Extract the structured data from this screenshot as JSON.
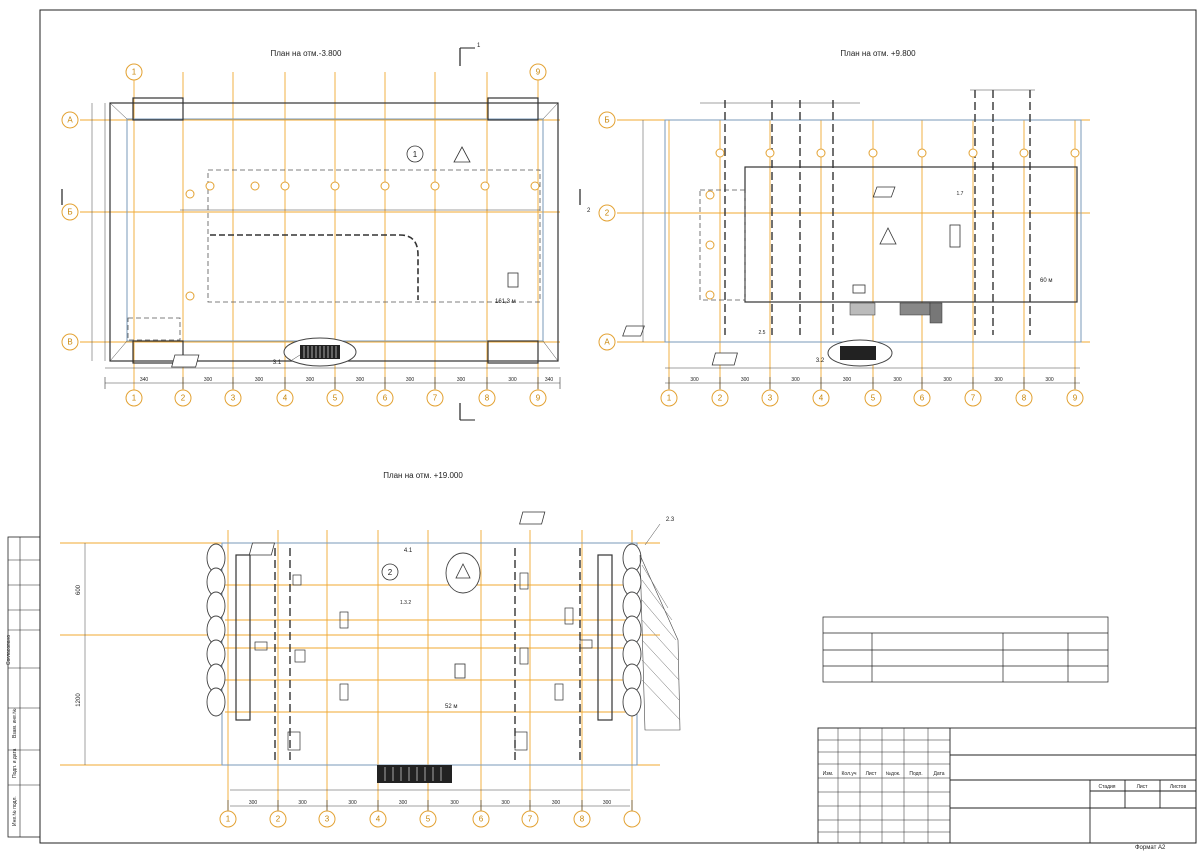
{
  "plans": [
    {
      "title": "План на отм.-3.800",
      "dims": [
        "340",
        "300",
        "300",
        "300",
        "300",
        "300",
        "300",
        "300",
        "340"
      ],
      "axes_bottom": [
        "1",
        "2",
        "3",
        "4",
        "5",
        "6",
        "7",
        "8",
        "9"
      ],
      "axes_left": [
        "А",
        "Б",
        "В"
      ],
      "callout": "3.1",
      "room_number": "1",
      "area": "161,3 м",
      "section": "1",
      "section2": "2"
    },
    {
      "title": "План на отм. +9.800",
      "dims": [
        "300",
        "300",
        "300",
        "300",
        "300",
        "300",
        "300",
        "300"
      ],
      "axes_bottom": [
        "1",
        "2",
        "3",
        "4",
        "5",
        "6",
        "7",
        "8",
        "9"
      ],
      "axes_left": [
        "Б",
        "2",
        "А"
      ],
      "callout": "3.2",
      "area": "60 м",
      "tag": "1.7",
      "tag2": "2.5"
    },
    {
      "title": "План на отм. +19.000",
      "dims": [
        "300",
        "300",
        "300",
        "300",
        "300",
        "300",
        "300",
        "300"
      ],
      "axes_bottom": [
        "1",
        "2",
        "3",
        "4",
        "5",
        "6",
        "7",
        "8"
      ],
      "callout": "2.3",
      "callout2": "4.1",
      "room_number": "2",
      "area": "52 м",
      "tag": "1.3.2",
      "left_dims": [
        "600",
        "1200"
      ]
    }
  ],
  "title_block": {
    "headers": [
      "Изм.",
      "Кол.уч",
      "Лист",
      "№док.",
      "Подп.",
      "Дата"
    ],
    "stage_headers": [
      "Стадия",
      "Лист",
      "Листов"
    ],
    "format": "Формат А2"
  },
  "side_stamp": {
    "labels": [
      "Инв.№ подл.",
      "Подп. и дата",
      "Взам. инв.№",
      "Согласовано"
    ]
  }
}
